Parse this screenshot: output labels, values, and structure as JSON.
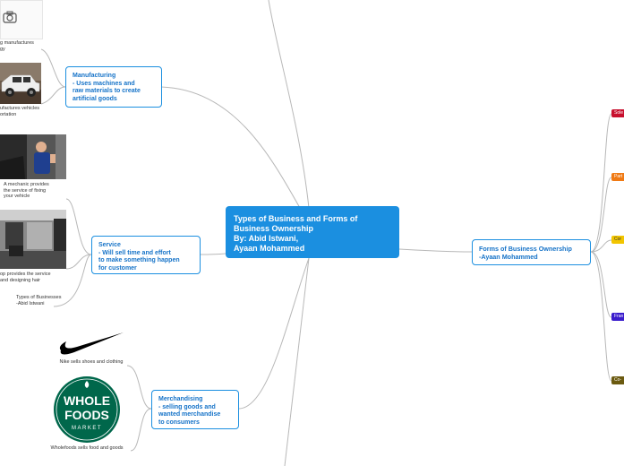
{
  "central": {
    "text": "Types of Business and Forms of\nBusiness Ownership\nBy: Abid Istwani,\n      Ayaan Mohammed"
  },
  "manufacturing": {
    "text": "Manufacturing\n- Uses machines and\nraw materials to create\nartificial goods",
    "caption1": "g manufactures\ngy",
    "caption2": "ufactures vehicles\nortation"
  },
  "service": {
    "text": "Service\n- Will sell time and effort\nto make something happen\nfor customer",
    "caption1": "A mechanic provides\nthe service of fixing\nyour vehicle",
    "caption2": "op provides the service\nand designing hair",
    "note": "Types of Businesses\n-Abid Istwani"
  },
  "merchandising": {
    "text": "Merchandising\n- selling goods and\nwanted merchandise\nto consumers",
    "caption1": "Nike sells shoes and clothing",
    "caption2": "Wholefoods sells food and goods",
    "logo_line1": "WHOLE",
    "logo_line2": "FOODS",
    "logo_line3": "MARKET"
  },
  "ownership": {
    "text": "Forms of Business Ownership\n-Ayaan Mohammed",
    "tags": [
      {
        "label": "Sole",
        "color": "#c8102e"
      },
      {
        "label": "Part",
        "color": "#f07a14"
      },
      {
        "label": "Cor",
        "color": "#f2c500"
      },
      {
        "label": "Fran",
        "color": "#3a1ccc"
      },
      {
        "label": "Co-",
        "color": "#6b5a10"
      }
    ]
  },
  "icons": {
    "photo": "camera-icon"
  }
}
